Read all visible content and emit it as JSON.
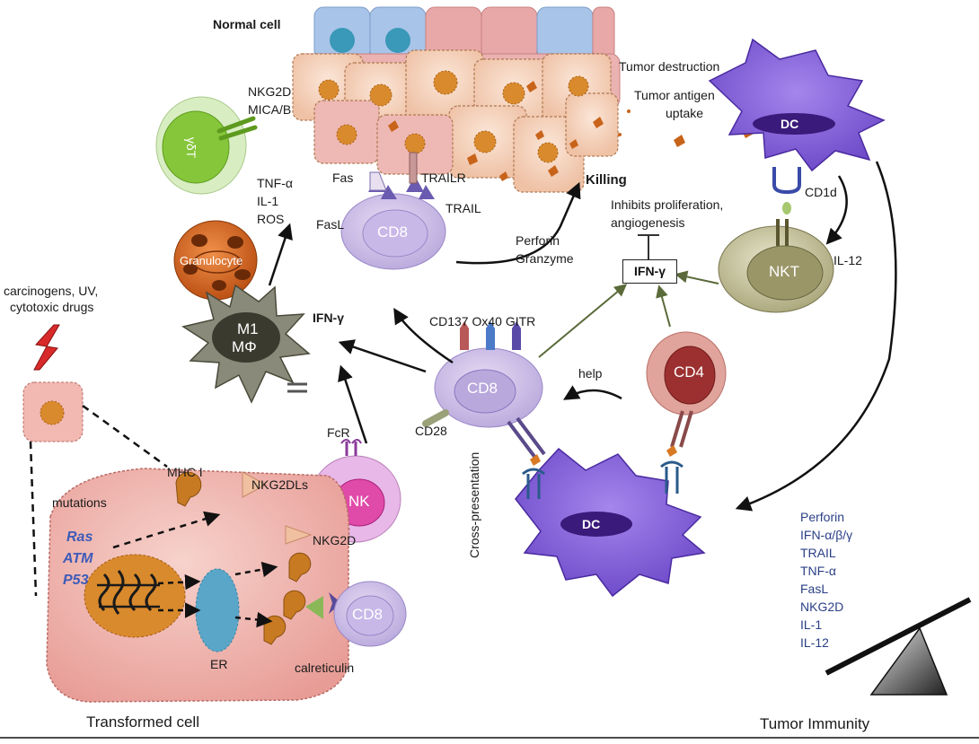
{
  "labels": {
    "normal_cell": "Normal cell",
    "tumor_destruction": "Tumor destruction",
    "tumor_antigen": "Tumor antigen",
    "uptake": "uptake",
    "nkg2d": "NKG2D",
    "mica_b": "MICA/B",
    "gdt": "γδT",
    "tnf_a": "TNF-α",
    "il_1": "IL-1",
    "ros": "ROS",
    "fas": "Fas",
    "trailr": "TRAILR",
    "fasl": "FasL",
    "trail": "TRAIL",
    "cd8_top": "CD8",
    "killing": "Killing",
    "perforin": "Perforin",
    "granzyme": "Granzyme",
    "inhibits_1": "Inhibits proliferation,",
    "inhibits_2": "angiogenesis",
    "ifn_box": "IFN-γ",
    "dc_top": "DC",
    "cd1d": "CD1d",
    "nkt": "NKT",
    "il_12": "IL-12",
    "granulocyte": "Granulocyte",
    "carcinogens_1": "carcinogens, UV,",
    "carcinogens_2": "cytotoxic drugs",
    "m1": "M1",
    "mphi": "MΦ",
    "ifn_left": "IFN-γ",
    "co_receptors": "CD137 Ox40 GITR",
    "cd8_mid": "CD8",
    "help": "help",
    "cd4": "CD4",
    "cd28": "CD28",
    "fcr": "FcR",
    "nk": "NK",
    "mhc_i": "MHC I",
    "nkg2dls": "NKG2DLs",
    "nkg2d_nk": "NKG2D",
    "mutations": "mutations",
    "ras": "Ras",
    "atm": "ATM",
    "p53": "P53",
    "er": "ER",
    "calreticulin": "calreticulin",
    "cd8_bottom": "CD8",
    "cross_presentation": "Cross-presentation",
    "dc_bottom": "DC",
    "transformed_cell": "Transformed cell",
    "tumor_immunity": "Tumor Immunity"
  },
  "balance_list": [
    "Perforin",
    "IFN-α/β/γ",
    "TRAIL",
    "TNF-α",
    "FasL",
    "NKG2D",
    "IL-1",
    "IL-12"
  ],
  "colors": {
    "normal_cell": "#e8a8a8",
    "blue_cell": "#a8c4e8",
    "tumor_cell": "#f3d2b6",
    "nucleus": "#d98a2c",
    "dc": "#8b6cd6",
    "cd8": "#cfc3e8",
    "nkt": "#b8b48c",
    "cd4_outer": "#e0a49c",
    "cd4_inner": "#9c3030",
    "nk_outer": "#e8b8e8",
    "nk_inner": "#e04aa8",
    "gdt": "#86c63a",
    "granulocyte": "#d8641e",
    "macrophage": "#8a8a7a",
    "transformed": "#f2b8b2",
    "er": "#5aa6c8",
    "text_blue": "#2a3f86"
  }
}
